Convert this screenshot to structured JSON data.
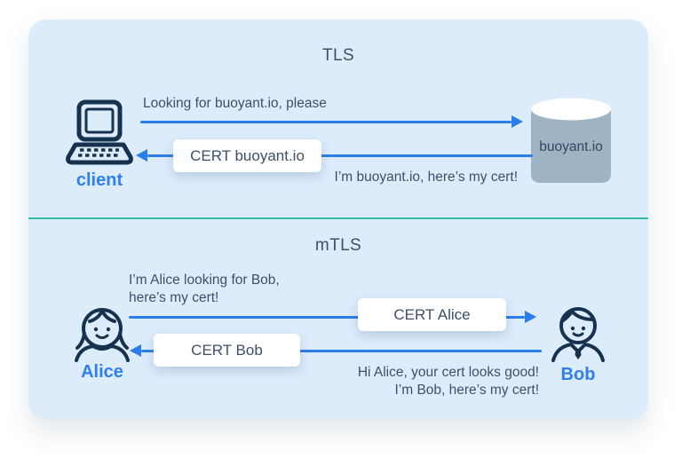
{
  "colors": {
    "card_background": "#dcecfb",
    "arrow_blue": "#2b7de9",
    "name_label_blue": "#2f80ed",
    "text_slate": "#3d5166",
    "divider_teal": "#35b8ab",
    "icon_navy": "#16324f",
    "cylinder_gray_blue": "#9eb4c5",
    "cert_box_white": "#ffffff"
  },
  "tls_section": {
    "title": "TLS",
    "client_label": "client",
    "server_label": "buoyant.io",
    "request_message": "Looking for buoyant.io, please",
    "cert_box_label": "CERT buoyant.io",
    "response_message": "I’m buoyant.io, here’s my cert!"
  },
  "mtls_section": {
    "title": "mTLS",
    "alice_label": "Alice",
    "bob_label": "Bob",
    "request_line1": "I’m Alice looking for Bob,",
    "request_line2": "here’s my cert!",
    "cert_alice_box_label": "CERT Alice",
    "cert_bob_box_label": "CERT Bob",
    "response_line1": "Hi Alice, your cert looks good!",
    "response_line2": "I’m Bob, here’s my cert!"
  }
}
